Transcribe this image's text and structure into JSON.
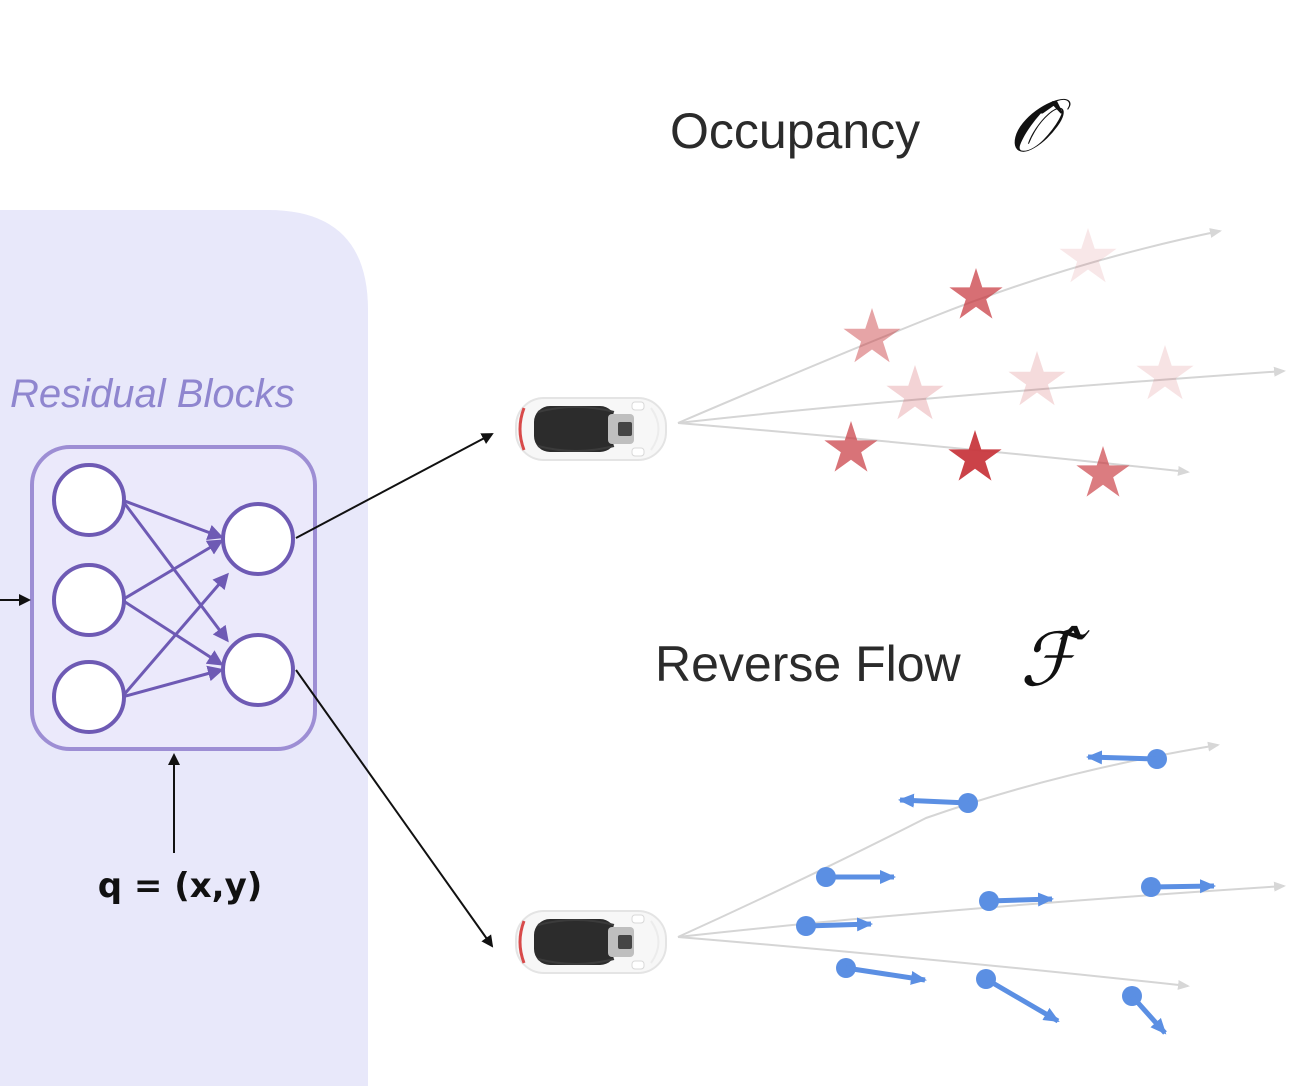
{
  "residual_panel": {
    "title": "Residual Blocks",
    "query_label": "q = (x,y)"
  },
  "occupancy": {
    "label": "Occupancy",
    "symbol": "𝒪̂"
  },
  "reverse_flow": {
    "label": "Reverse Flow",
    "symbol": "ℱ̂"
  },
  "colors": {
    "panel_fill": "#e8e8fa",
    "network_stroke": "#6e5ab4",
    "star_red": "#c8383e",
    "flow_blue": "#5b8fe3",
    "trajectory_grey": "#d5d5d5"
  },
  "occupancy_star_opacities": [
    0.12,
    0.72,
    0.46,
    0.22,
    0.18,
    0.14,
    0.7,
    0.95,
    0.66
  ],
  "icons": [
    "neuron-circle",
    "car-top-view-icon",
    "star-marker-icon",
    "flow-arrow-icon"
  ]
}
